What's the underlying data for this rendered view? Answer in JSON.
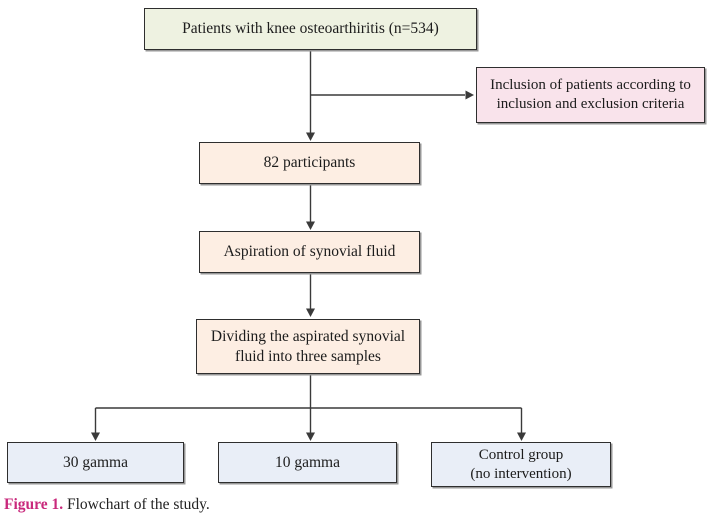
{
  "figure": {
    "caption_label": "Figure 1.",
    "caption_text": " Flowchart of the study.",
    "caption_accent_color": "#c9297c",
    "background_color": "#ffffff"
  },
  "flowchart": {
    "line_color": "#3a3a3a",
    "nodes": {
      "patients": {
        "label": "Patients with knee osteoarthiritis (n=534)",
        "fill": "#eef2e1"
      },
      "inclusion": {
        "label": "Inclusion of patients according to\ninclusion and exclusion criteria",
        "fill": "#f9e3eb"
      },
      "participants": {
        "label": "82 participants",
        "fill": "#fdeee3"
      },
      "aspiration": {
        "label": "Aspiration of synovial fluid",
        "fill": "#fdeee3"
      },
      "dividing": {
        "label": "Dividing the aspirated synovial\nfluid into three samples",
        "fill": "#fdeee3"
      },
      "gamma30": {
        "label": "30 gamma",
        "fill": "#e9eef7"
      },
      "gamma10": {
        "label": "10 gamma",
        "fill": "#e9eef7"
      },
      "control": {
        "label": "Control group\n(no intervention)",
        "fill": "#e9eef7"
      }
    }
  }
}
